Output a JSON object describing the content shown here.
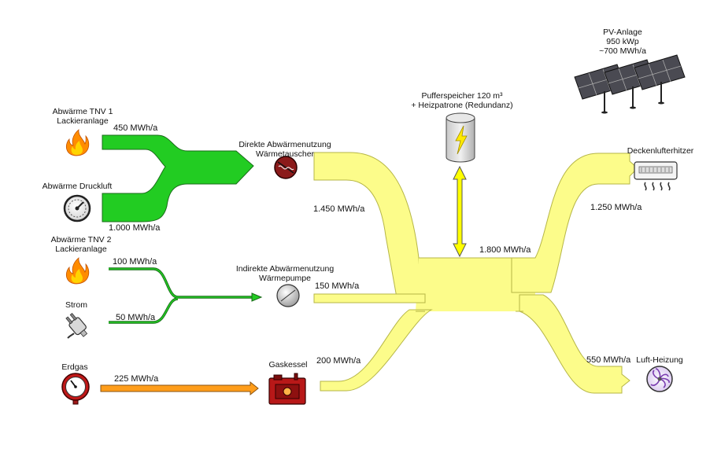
{
  "sources": {
    "tnv1": {
      "label_line1": "Abwärme TNV 1",
      "label_line2": "Lackieranlage",
      "icon": "flame-icon"
    },
    "druckluft": {
      "label": "Abwärme Druckluft",
      "icon": "pressure-gauge-icon"
    },
    "tnv2": {
      "label_line1": "Abwärme TNV 2",
      "label_line2": "Lackieranlage",
      "icon": "flame-icon"
    },
    "strom": {
      "label": "Strom",
      "icon": "power-plug-icon"
    },
    "erdgas": {
      "label": "Erdgas",
      "icon": "gas-meter-icon"
    }
  },
  "converters": {
    "waermetauscher": {
      "label_line1": "Direkte Abwärmenutzung",
      "label_line2": "Wärmetauscher",
      "icon": "heat-exchanger-icon"
    },
    "waermepumpe": {
      "label_line1": "Indirekte Abwärmenutzung",
      "label_line2": "Wärmepumpe",
      "icon": "heat-pump-icon"
    },
    "gaskessel": {
      "label": "Gaskessel",
      "icon": "gas-boiler-icon"
    }
  },
  "storage": {
    "label_line1": "Pufferspeicher 120 m³",
    "label_line2": "+ Heizpatrone (Redundanz)",
    "icon": "buffer-tank-icon"
  },
  "pv": {
    "label_line1": "PV-Anlage",
    "label_line2": "950 kWp",
    "label_line3": "~700 MWh/a",
    "icon": "solar-panel-icon"
  },
  "sinks": {
    "deckenlufterhitzer": {
      "label": "Deckenlufterhitzer",
      "icon": "ceiling-heater-icon"
    },
    "luft_heizung": {
      "label": "Luft-Heizung",
      "icon": "air-heater-fan-icon"
    }
  },
  "flows": {
    "tnv1": "450 MWh/a",
    "druckluft": "1.000 MWh/a",
    "tnv2": "100 MWh/a",
    "strom": "50 MWh/a",
    "erdgas": "225 MWh/a",
    "waermetauscher_out": "1.450 MWh/a",
    "waermepumpe_out": "150 MWh/a",
    "gaskessel_out": "200 MWh/a",
    "total": "1.800 MWh/a",
    "deckenlufterhitzer": "1.250 MWh/a",
    "luft_heizung": "550 MWh/a"
  },
  "colors": {
    "waste_heat_flow": "#22cc22",
    "waste_heat_edge": "#1a6b1a",
    "gas_flow": "#ff9d1a",
    "heat_flow": "#fcfc8a",
    "heat_edge": "#b6b646"
  }
}
